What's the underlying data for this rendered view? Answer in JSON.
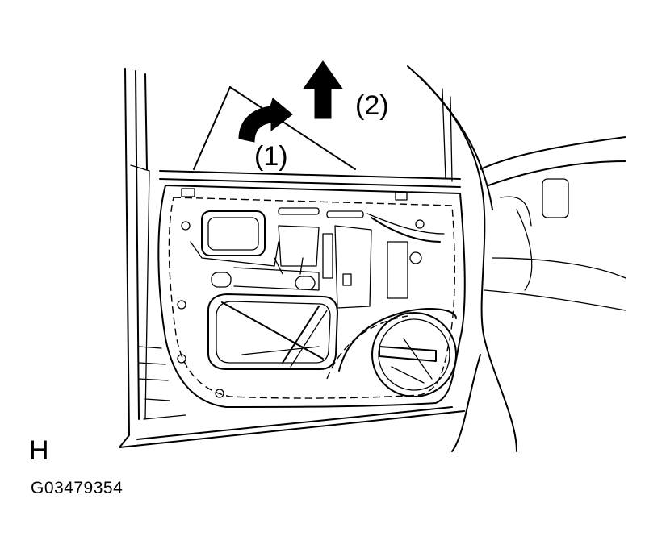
{
  "labels": {
    "step1": "(1)",
    "step2": "(2)",
    "view": "H",
    "figure_code": "G03479354"
  },
  "icons": {
    "rotate_arrow": "curved-arrow-icon",
    "lift_arrow": "up-arrow-icon"
  }
}
